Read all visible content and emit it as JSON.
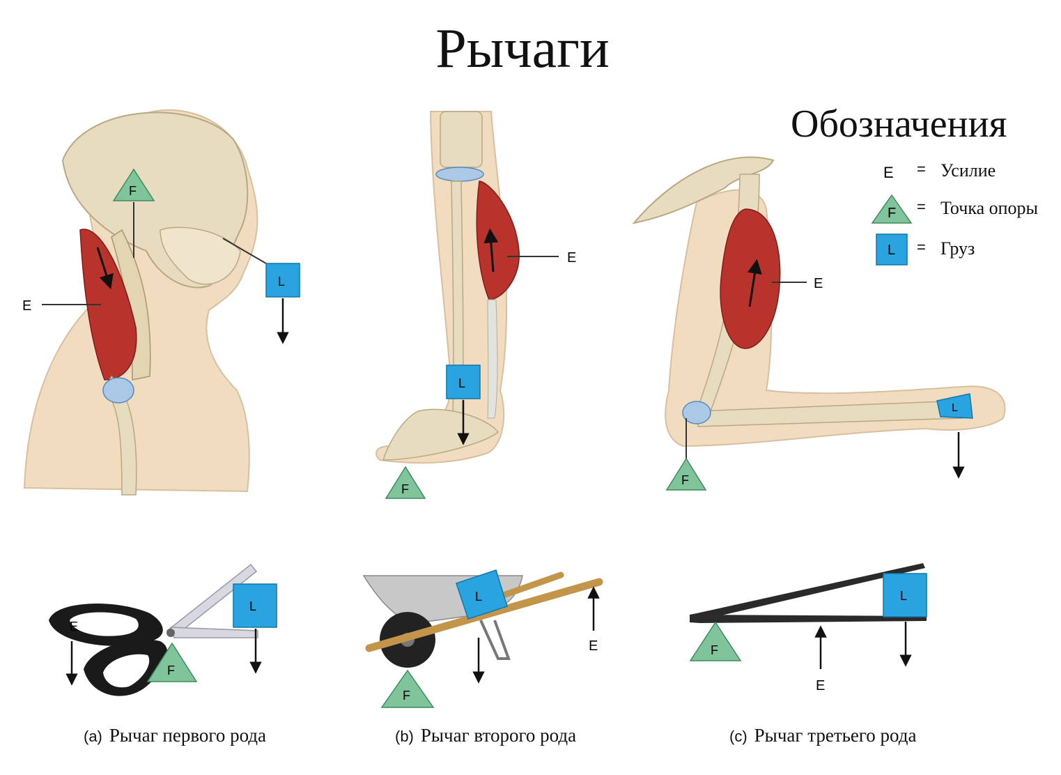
{
  "title": "Рычаги",
  "legend": {
    "title": "Обозначения",
    "eq": "=",
    "items": [
      {
        "symbol": "E",
        "label": "Усилие"
      },
      {
        "symbol": "F",
        "label": "Точка опоры"
      },
      {
        "symbol": "L",
        "label": "Груз"
      }
    ]
  },
  "marks": {
    "effort": "E",
    "fulcrum": "F",
    "load": "L"
  },
  "captions": [
    {
      "tag": "(a)",
      "text": "Рычаг первого рода"
    },
    {
      "tag": "(b)",
      "text": "Рычаг второго рода"
    },
    {
      "tag": "(c)",
      "text": "Рычаг третьего рода"
    }
  ],
  "colors": {
    "fulcrum": "#7fc49a",
    "load": "#2aa4e0",
    "muscle": "#b8332c",
    "bone": "#e8dcc0",
    "skin": "#f1dcc0"
  }
}
